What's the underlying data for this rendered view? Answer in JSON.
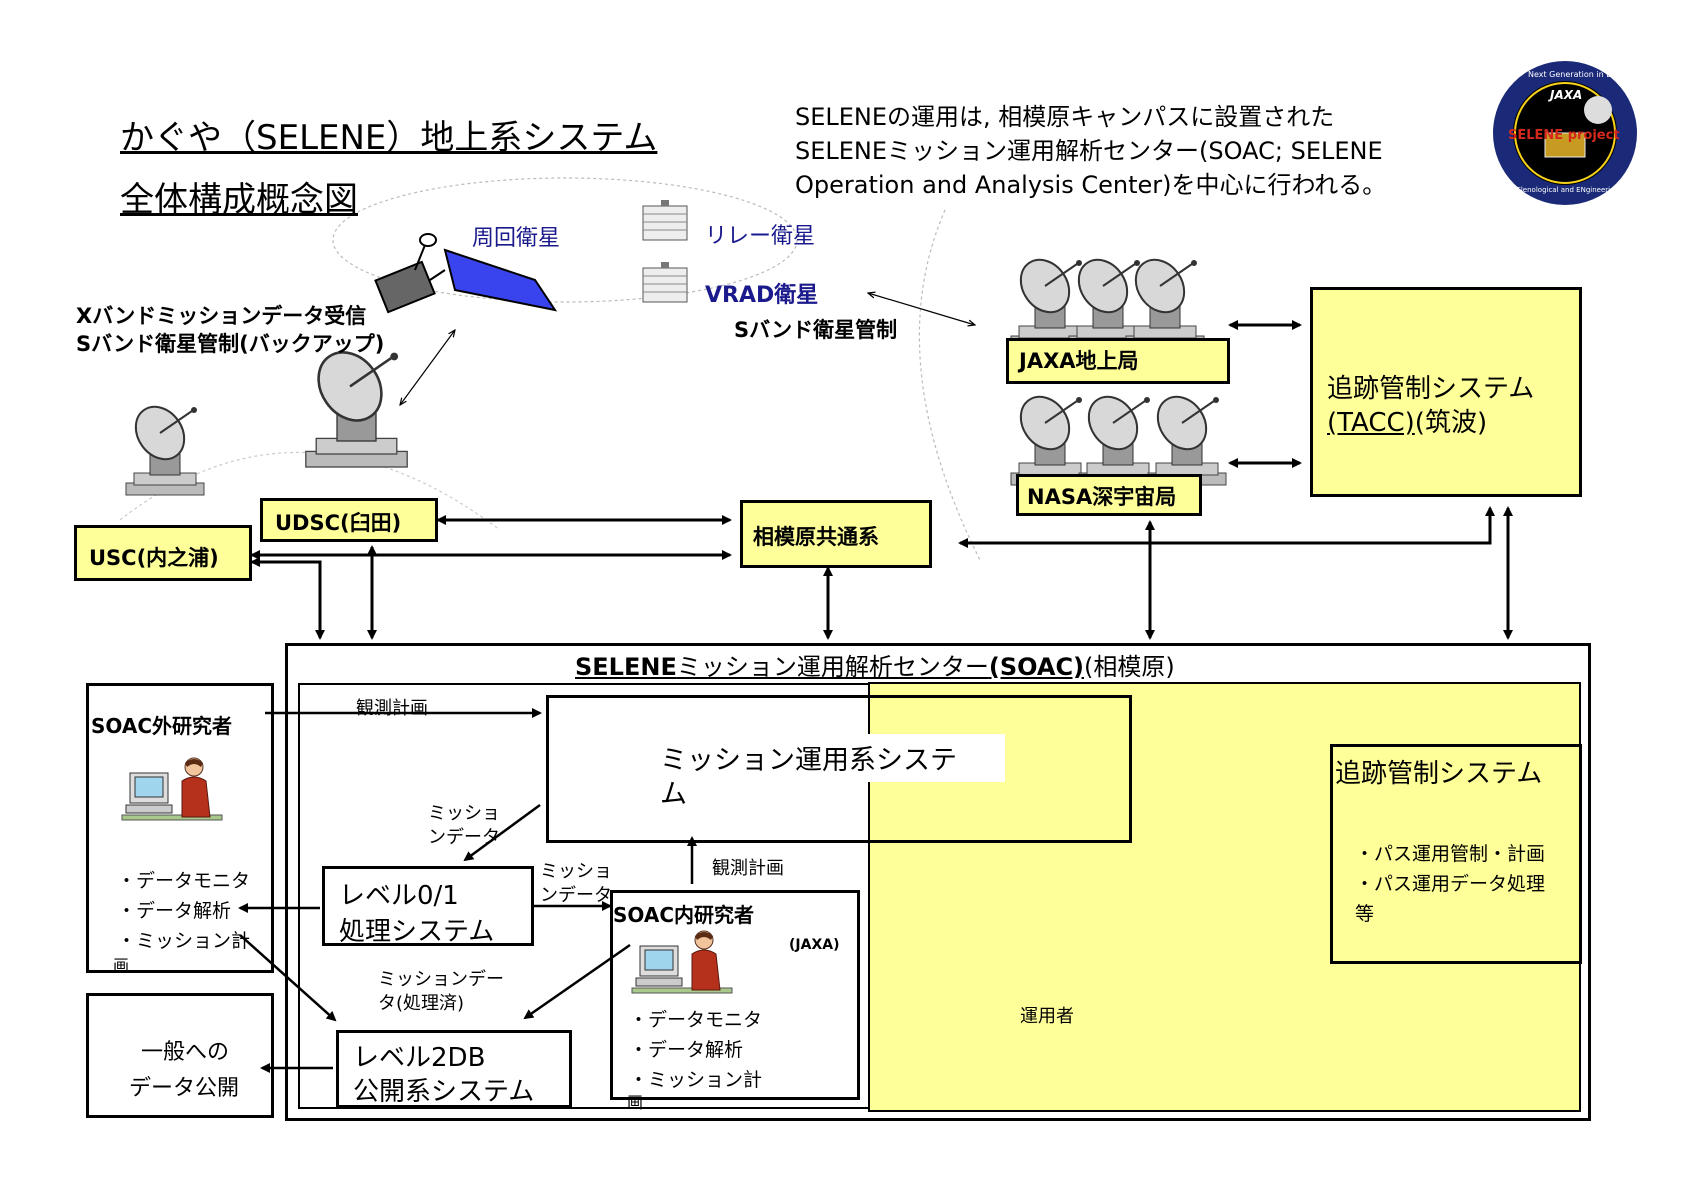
{
  "title": {
    "line1": "かぐや（SELENE）地上系システム",
    "line2": "全体構成概念図"
  },
  "intro": {
    "line1": "SELENEの運用は, 相模原キャンパスに設置された",
    "line2": "SELENEミッション運用解析センター(SOAC; SELENE",
    "line3": "Operation and Analysis Center)を中心に行われる。"
  },
  "logo": {
    "ring_top": "Next Generation in Lunar Exploration",
    "ring_bottom": "SElenological and ENgineering Explorer",
    "agency": "JAXA",
    "wordmark": "SELENE project"
  },
  "satellites": {
    "orbiter": "周回衛星",
    "relay": "リレー衛星",
    "vrad": "VRAD衛星"
  },
  "links": {
    "xband_line1": "Xバンドミッションデータ受信",
    "xband_line2": "Sバンド衛星管制(バックアップ)",
    "sband": "Sバンド衛星管制"
  },
  "stations": {
    "jaxa": "JAXA地上局",
    "nasa": "NASA深宇宙局",
    "udsc": "UDSC(臼田)",
    "usc": "USC(内之浦)",
    "sagamihara": "相模原共通系"
  },
  "tacc": {
    "line1": "追跡管制システム",
    "line2a": "(TACC)",
    "line2b": "(筑波)"
  },
  "soac": {
    "title_a": "SELENE",
    "title_b": "ミッション運用解析センター",
    "title_c": "(SOAC)",
    "title_d": "(相模原)"
  },
  "mission_ops": {
    "line1": "ミッション運用系システ",
    "line2": "ム"
  },
  "tracking": {
    "title": "追跡管制システム",
    "item1": "・パス運用管制・計画",
    "item2": "・パス運用データ処理",
    "item3": "等"
  },
  "external_researcher": {
    "title": "SOAC外研究者",
    "item1": "・データモニタ",
    "item2": "・データ解析",
    "item3a": "・ミッション計",
    "item3b": "画"
  },
  "internal_researcher": {
    "title": "SOAC内研究者",
    "org": "(JAXA)",
    "item1": "・データモニタ",
    "item2": "・データ解析",
    "item3a": "・ミッション計",
    "item3b": "画"
  },
  "level01": {
    "line1": "レベル0/1",
    "line2": "処理システム"
  },
  "level2db": {
    "line1": "レベル2DB",
    "line2": "公開系システム"
  },
  "public": {
    "line1": "一般への",
    "line2": "データ公開"
  },
  "flows": {
    "obs_plan_1": "観測計画",
    "obs_plan_2": "観測計画",
    "mission_data_1a": "ミッショ",
    "mission_data_1b": "ンデータ",
    "mission_data_2a": "ミッショ",
    "mission_data_2b": "ンデータ",
    "processed_a": "ミッションデー",
    "processed_b": "タ(処理済)"
  },
  "operators": "運用者"
}
